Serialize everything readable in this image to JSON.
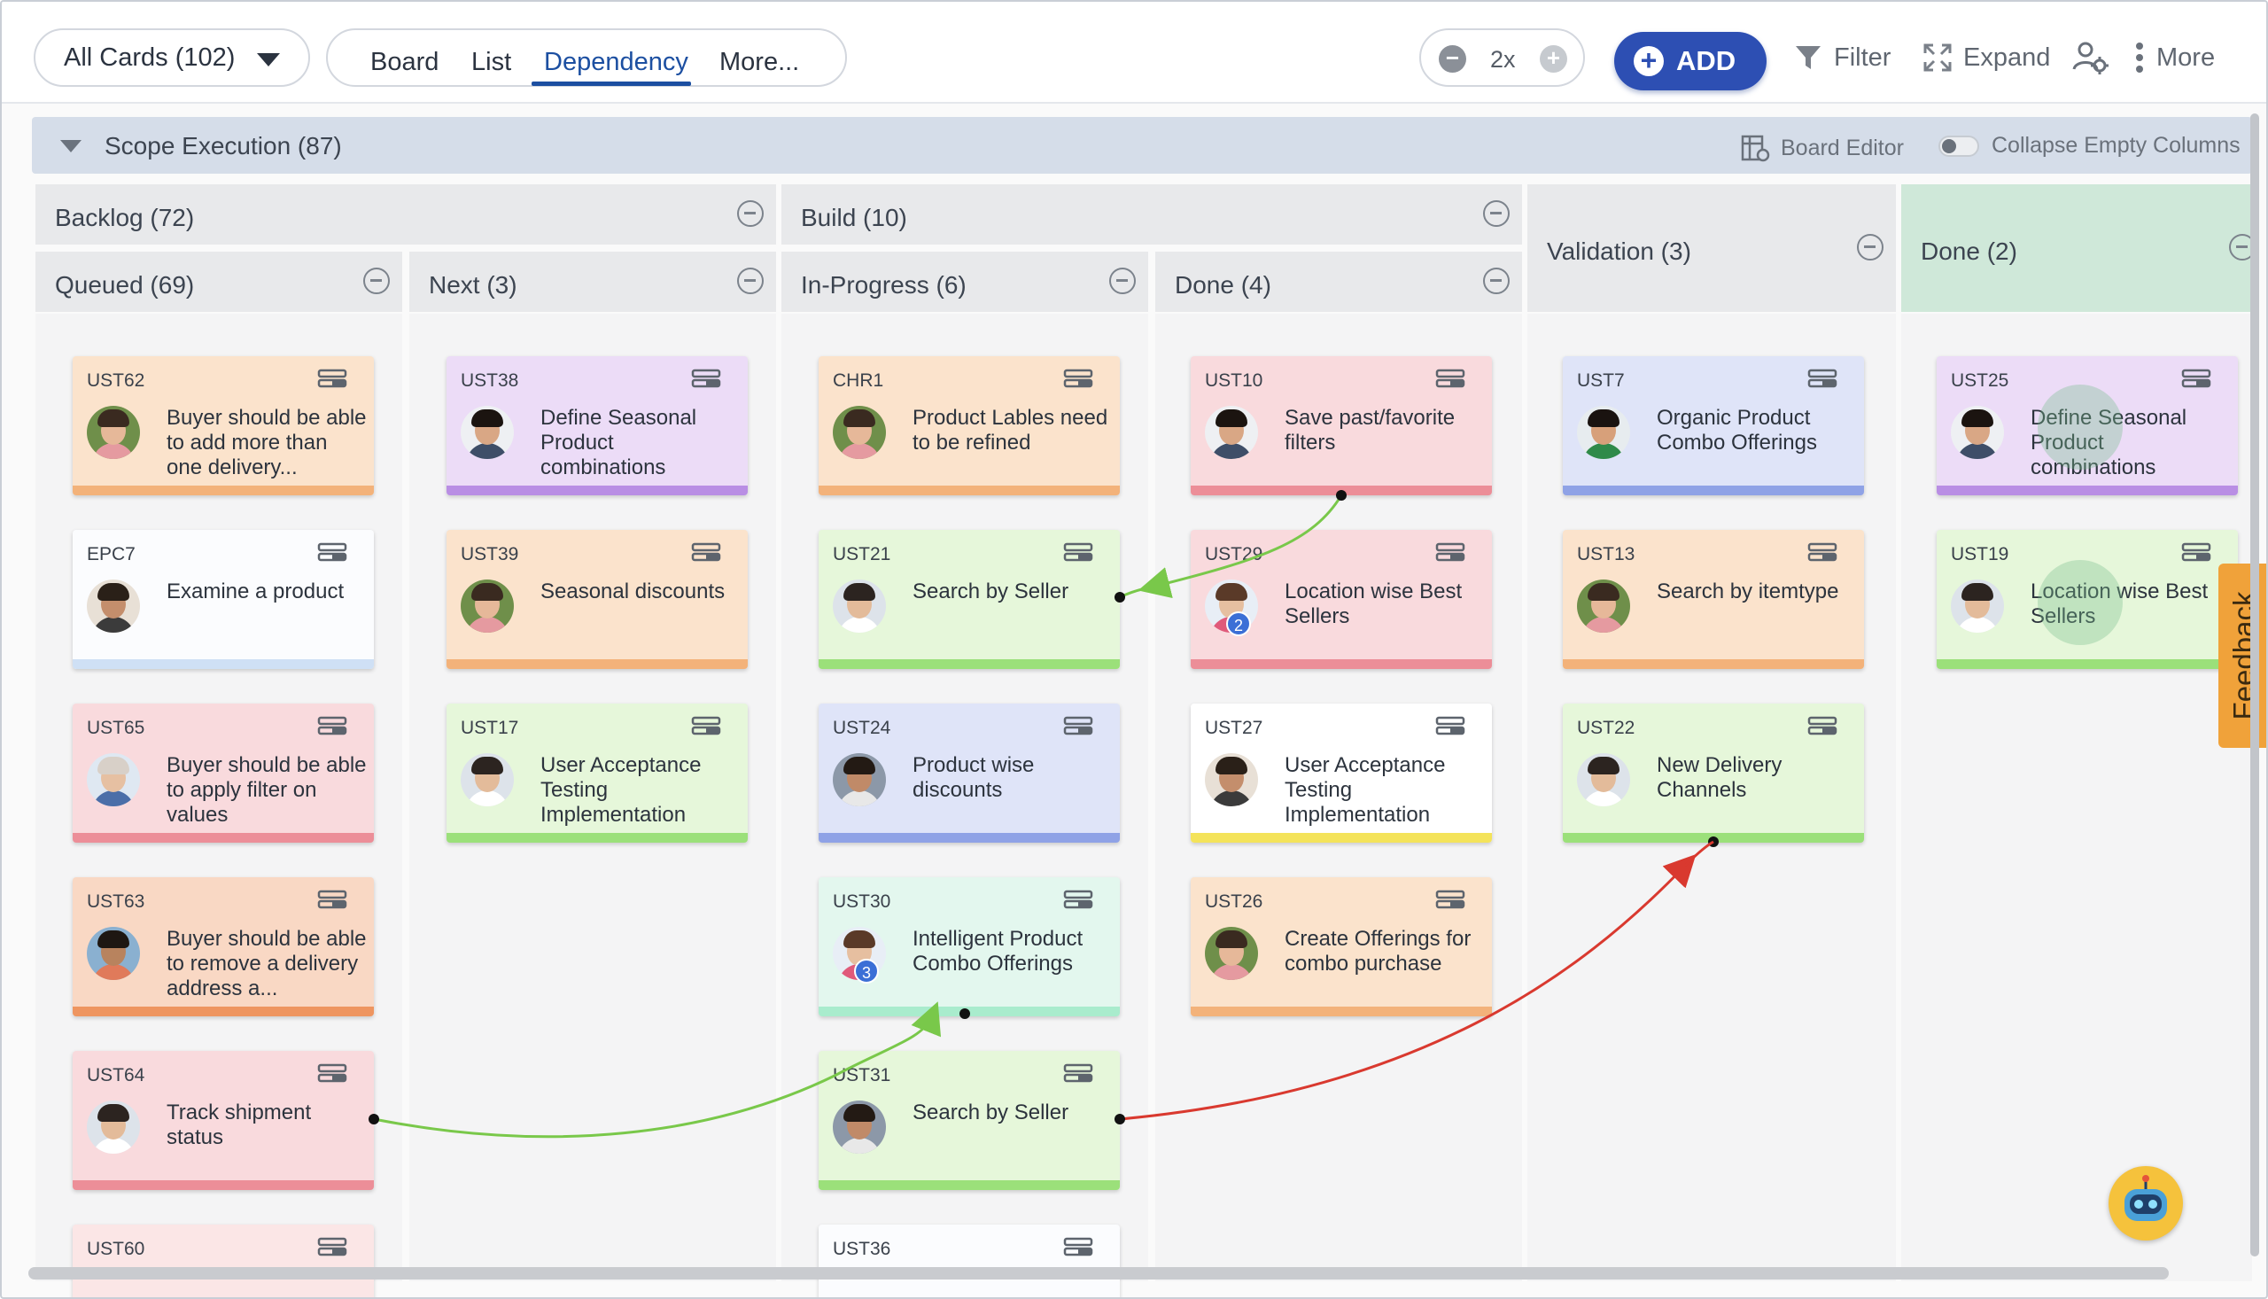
{
  "toolbar": {
    "card_filter": "All Cards (102)",
    "view_tabs": [
      "Board",
      "List",
      "Dependency",
      "More..."
    ],
    "active_tab": "Dependency",
    "zoom_level": "2x",
    "add_label": "ADD",
    "filter_label": "Filter",
    "expand_label": "Expand",
    "more_label": "More"
  },
  "scope": {
    "title": "Scope Execution (87)",
    "board_editor_label": "Board Editor",
    "collapse_label": "Collapse Empty Columns"
  },
  "groups": {
    "backlog": "Backlog (72)",
    "build": "Build (10)",
    "validation": "Validation (3)",
    "done": "Done (2)"
  },
  "subcolumns": {
    "queued": "Queued (69)",
    "next": "Next (3)",
    "inprogress": "In-Progress (6)",
    "builddone": "Done (4)"
  },
  "colors": {
    "peach": "#fbe3cc",
    "peach_stripe": "#f3b27a",
    "lavender": "#ecdcf7",
    "lavender_stripe": "#b98ee4",
    "pink": "#f9dadd",
    "pink_stripe": "#ec8e98",
    "green": "#e6f7da",
    "green_stripe": "#9be07a",
    "blue": "#dfe4f8",
    "blue_stripe": "#8fa2e6",
    "white": "#fbfcfe",
    "white_stripe": "#cfe0f5",
    "mint": "#e3f7ee",
    "mint_stripe": "#a9eccd",
    "brand_blue": "#2d4fb3",
    "dep_green": "#79c84a",
    "dep_red": "#d9392f"
  },
  "cards": {
    "queued": [
      {
        "id": "UST62",
        "title": "Buyer should be able to add more than one delivery..."
      },
      {
        "id": "EPC7",
        "title": "Examine a product"
      },
      {
        "id": "UST65",
        "title": "Buyer should be able to apply filter on values"
      },
      {
        "id": "UST63",
        "title": "Buyer should be able to remove a delivery address a..."
      },
      {
        "id": "UST64",
        "title": "Track shipment status"
      },
      {
        "id": "UST60",
        "title": ""
      }
    ],
    "next": [
      {
        "id": "UST38",
        "title": "Define Seasonal Product combinations"
      },
      {
        "id": "UST39",
        "title": "Seasonal discounts"
      },
      {
        "id": "UST17",
        "title": "User Acceptance Testing Implementation"
      }
    ],
    "inprogress": [
      {
        "id": "CHR1",
        "title": "Product Lables need to be refined"
      },
      {
        "id": "UST21",
        "title": "Search by Seller"
      },
      {
        "id": "UST24",
        "title": "Product wise discounts"
      },
      {
        "id": "UST30",
        "title": "Intelligent Product Combo Offerings",
        "badge": "3"
      },
      {
        "id": "UST31",
        "title": "Search by Seller"
      },
      {
        "id": "UST36",
        "title": ""
      }
    ],
    "builddone": [
      {
        "id": "UST10",
        "title": "Save past/favorite filters"
      },
      {
        "id": "UST29",
        "title": "Location wise Best Sellers",
        "badge": "2"
      },
      {
        "id": "UST27",
        "title": "User Acceptance Testing Implementation"
      },
      {
        "id": "UST26",
        "title": "Create Offerings for combo purchase"
      }
    ],
    "validation": [
      {
        "id": "UST7",
        "title": "Organic Product Combo Offerings"
      },
      {
        "id": "UST13",
        "title": "Search by itemtype"
      },
      {
        "id": "UST22",
        "title": "New Delivery Channels"
      }
    ],
    "done": [
      {
        "id": "UST25",
        "title": "Define Seasonal Product combinations"
      },
      {
        "id": "UST19",
        "title": "Location wise Best Sellers"
      }
    ]
  },
  "feedback_label": "Feedback",
  "icons": {
    "card": "card-type-icon",
    "filter": "filter-icon",
    "expand": "expand-icon",
    "more": "kebab-icon",
    "settings": "gear-user-icon",
    "board_editor": "board-editor-icon",
    "assistant": "robot-icon"
  }
}
